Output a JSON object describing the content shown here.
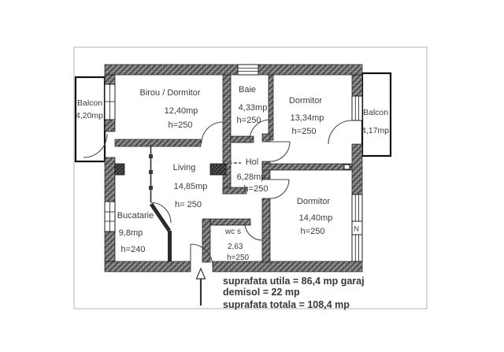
{
  "plan_title": "apartment floor plan",
  "rooms": {
    "birou": {
      "name": "Birou / Dormitor",
      "area": "12,40mp",
      "height": "h=250"
    },
    "baie": {
      "name": "Baie",
      "area": "4,33mp",
      "height": "h=250"
    },
    "dormitor1": {
      "name": "Dormitor",
      "area": "13,34mp",
      "height": "h=250"
    },
    "living": {
      "name": "Living",
      "area": "14,85mp",
      "height": "h= 250"
    },
    "hol": {
      "name": "Hol",
      "area": "6,28mp",
      "height": "h=250"
    },
    "dormitor2": {
      "name": "Dormitor",
      "area": "14,40mp",
      "height": "h=250"
    },
    "bucatarie": {
      "name": "Bucatarie",
      "area": "9,8mp",
      "height": "h=240"
    },
    "wc": {
      "name": "wc s",
      "area": "2,63",
      "height": "h=250"
    },
    "balcon_stanga": {
      "name": "Balcon",
      "area": "4,20mp"
    },
    "balcon_dreapta": {
      "name": "Balcon",
      "area": "4,17mp"
    }
  },
  "summary": {
    "utila": "suprafata utila = 86,4 mp garaj",
    "demisol": "demisol  = 22 mp",
    "totala": "suprafata totala = 108,4 mp"
  },
  "symbols": {
    "window_marker": "N"
  },
  "colors": {
    "wall_hatch_base": "#8f8f8f",
    "wall_hatch_dark": "#3d3d3d",
    "chimney_base": "#5a5a5a",
    "outline": "#161616",
    "door_arc": "#4a4a4a",
    "frame": "#b3b3b3",
    "text": "#3b3b3b"
  }
}
